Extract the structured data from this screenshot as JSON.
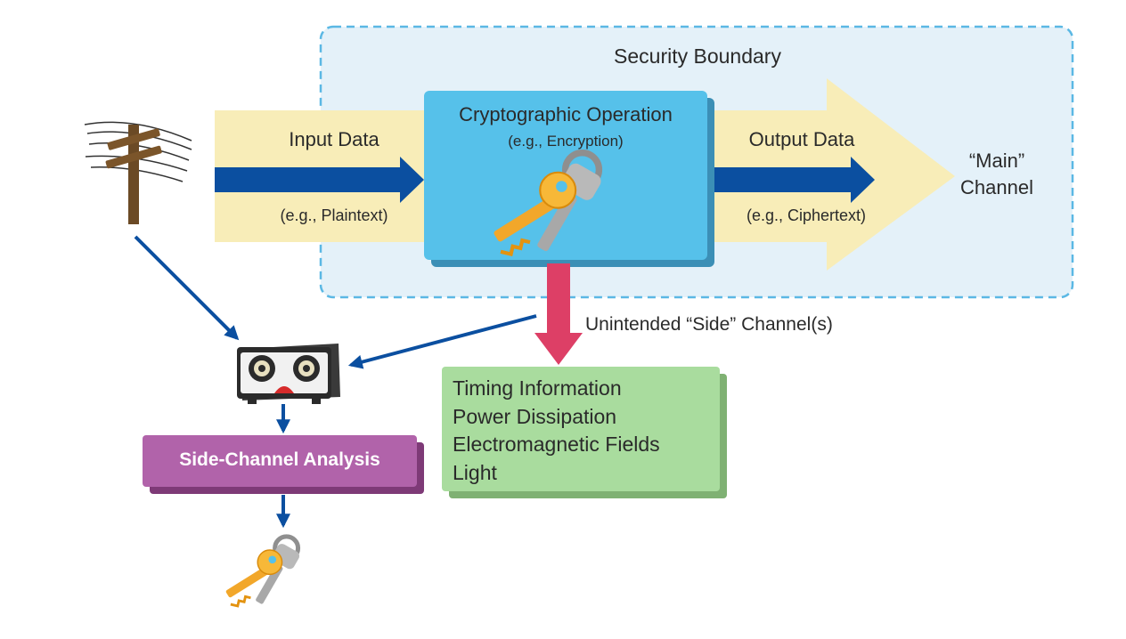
{
  "boundary": {
    "label": "Security Boundary"
  },
  "input": {
    "label": "Input Data",
    "example": "(e.g., Plaintext)"
  },
  "operation": {
    "title": "Cryptographic Operation",
    "example": "(e.g., Encryption)"
  },
  "output": {
    "label": "Output Data",
    "example": "(e.g., Ciphertext)"
  },
  "main_channel": {
    "label": "“Main” Channel"
  },
  "side_channel": {
    "label": "Unintended “Side” Channel(s)"
  },
  "leaks": {
    "items": [
      "Timing Information",
      "Power Dissipation",
      "Electromagnetic Fields",
      "Light"
    ]
  },
  "analysis": {
    "label": "Side-Channel Analysis"
  },
  "colors": {
    "boundary_fill": "#e4f1f9",
    "boundary_stroke": "#5bb8e4",
    "channel_band": "#f8edb8",
    "flow_arrow": "#0b4fa0",
    "operation_box": "#56c1ea",
    "side_arrow": "#dd3f66",
    "leak_box": "#a9dc9e",
    "analysis_box": "#b163aa",
    "key_gold": "#f2a72a",
    "key_gray": "#9a9a9a"
  },
  "icons": {
    "source": "utility-pole-icon",
    "recorder": "tape-recorder-icon",
    "keys": "keys-icon"
  }
}
